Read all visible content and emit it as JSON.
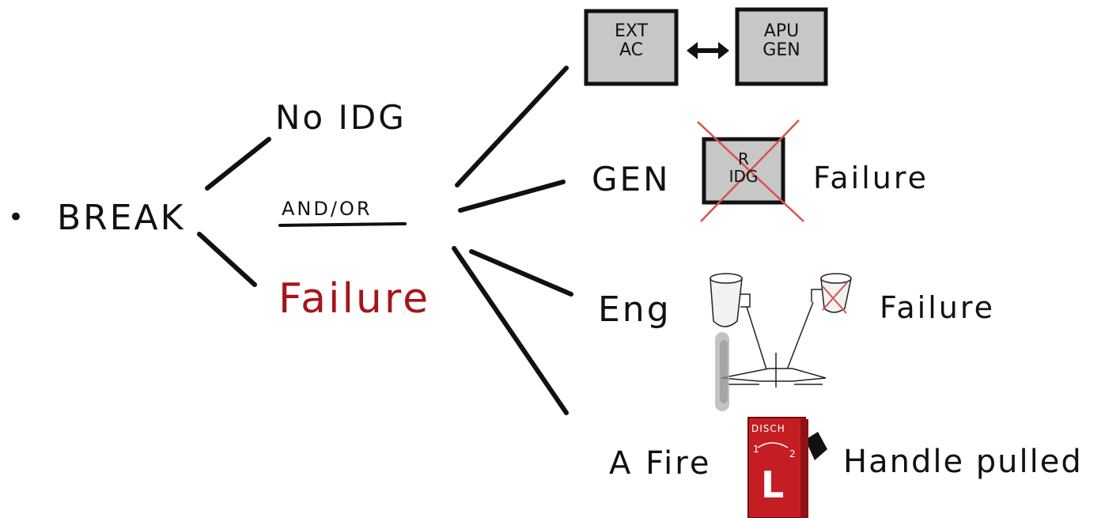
{
  "left": {
    "bullet": "•",
    "root": "BREAK",
    "top_branch": "No IDG",
    "connector": "AND/OR",
    "bottom_branch": "Failure"
  },
  "branches": {
    "ext_ac_box": {
      "line1": "EXT",
      "line2": "AC"
    },
    "apu_gen_box": {
      "line1": "APU",
      "line2": "GEN"
    },
    "gen_failure": {
      "left": "GEN",
      "box_line1": "R",
      "box_line2": "IDG",
      "right": "Failure"
    },
    "eng_failure": {
      "left": "Eng",
      "right": "Failure"
    },
    "fire_handle": {
      "left": "A Fire",
      "right": "Handle pulled",
      "handle_top": "DISCH",
      "handle_num1": "1",
      "handle_num2": "2",
      "handle_letter": "L"
    }
  },
  "colors": {
    "ink": "#111111",
    "failure_red": "#a3161b",
    "box_fill": "#c7c7c7",
    "cross_red": "#d9534f",
    "handle_red": "#c41e24"
  }
}
